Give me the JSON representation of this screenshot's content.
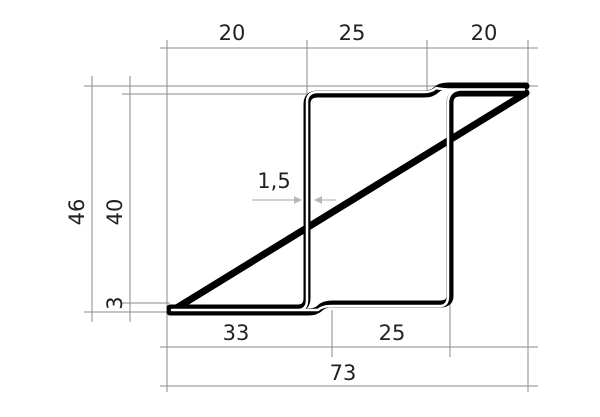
{
  "diagram": {
    "top_dims": [
      "20",
      "25",
      "20"
    ],
    "left_dims": [
      "46",
      "40",
      "3"
    ],
    "bottom_dims": [
      "33",
      "25"
    ],
    "total_width": "73",
    "thickness": "1,5"
  },
  "colors": {
    "profile": "#000000",
    "dimension": "#8a8a8a",
    "arrow": "#b8b8b8"
  }
}
